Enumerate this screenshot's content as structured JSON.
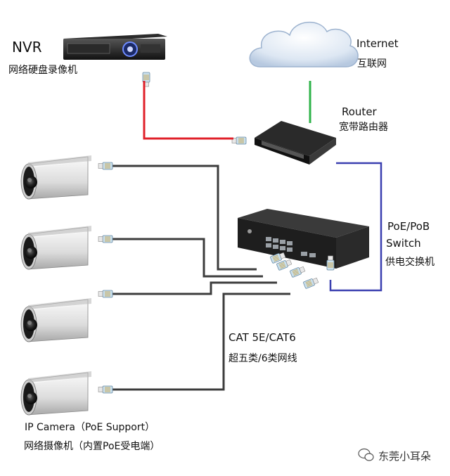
{
  "nvr": {
    "title": "NVR",
    "subtitle": "网络硬盘录像机"
  },
  "internet": {
    "title": "Internet",
    "subtitle": "互联网"
  },
  "router": {
    "title": "Router",
    "subtitle": "宽带路由器"
  },
  "switch": {
    "title_line1": "PoE/PoB",
    "title_line2": "Switch",
    "subtitle": "供电交换机"
  },
  "cable": {
    "title": "CAT 5E/CAT6",
    "subtitle": "超五类/6类网线"
  },
  "camera": {
    "title": "IP Camera（PoE Support）",
    "subtitle": "网络摄像机（内置PoE受电端）"
  },
  "watermark": {
    "text": "东莞小耳朵"
  },
  "colors": {
    "nvr_cable": "#e0202a",
    "internet_cable": "#2fb34a",
    "switch_uplink": "#3a3fb0",
    "camera_cables": "#3c3c3c"
  },
  "icons": [
    "nvr-device-icon",
    "cloud-icon",
    "router-icon",
    "poe-switch-icon",
    "ip-camera-icon",
    "rj45-connector-icon",
    "wechat-icon"
  ]
}
